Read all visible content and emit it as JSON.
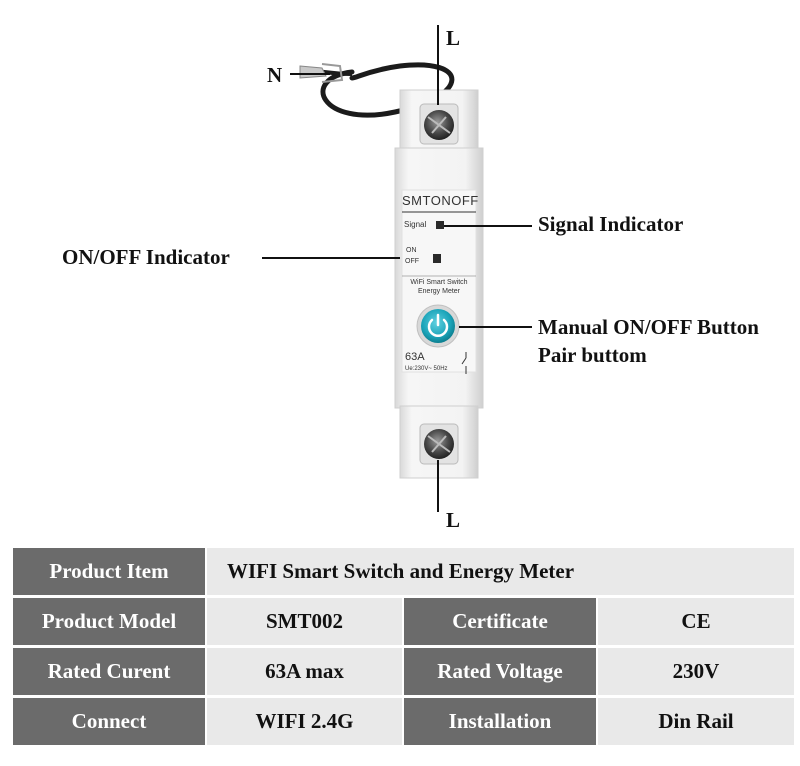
{
  "device": {
    "brand": "SMTONOFF",
    "signal_label": "Signal",
    "on_label": "ON",
    "off_label": "OFF",
    "product_line1": "WiFi Smart Switch",
    "product_line2": "Energy Meter",
    "amps": "63A",
    "voltage_rating": "Ue:230V~ 50Hz"
  },
  "callouts": {
    "top_l": "L",
    "n": "N",
    "signal": "Signal Indicator",
    "onoff": "ON/OFF Indicator",
    "button_line1": "Manual ON/OFF Button",
    "button_line2": "Pair buttom",
    "bottom_l": "L"
  },
  "specs": {
    "rows": [
      {
        "label": "Product Item",
        "value": "WIFI Smart Switch and Energy Meter"
      },
      {
        "label": "Product Model",
        "value": "SMT002",
        "label2": "Certificate",
        "value2": "CE"
      },
      {
        "label": "Rated Curent",
        "value": "63A max",
        "label2": "Rated Voltage",
        "value2": "230V"
      },
      {
        "label": "Connect",
        "value": "WIFI 2.4G",
        "label2": "Installation",
        "value2": "Din Rail"
      }
    ]
  },
  "colors": {
    "header_cell": "#6b6b6b",
    "value_cell": "#e9e9e9",
    "button_teal": "#1aa3b8"
  }
}
